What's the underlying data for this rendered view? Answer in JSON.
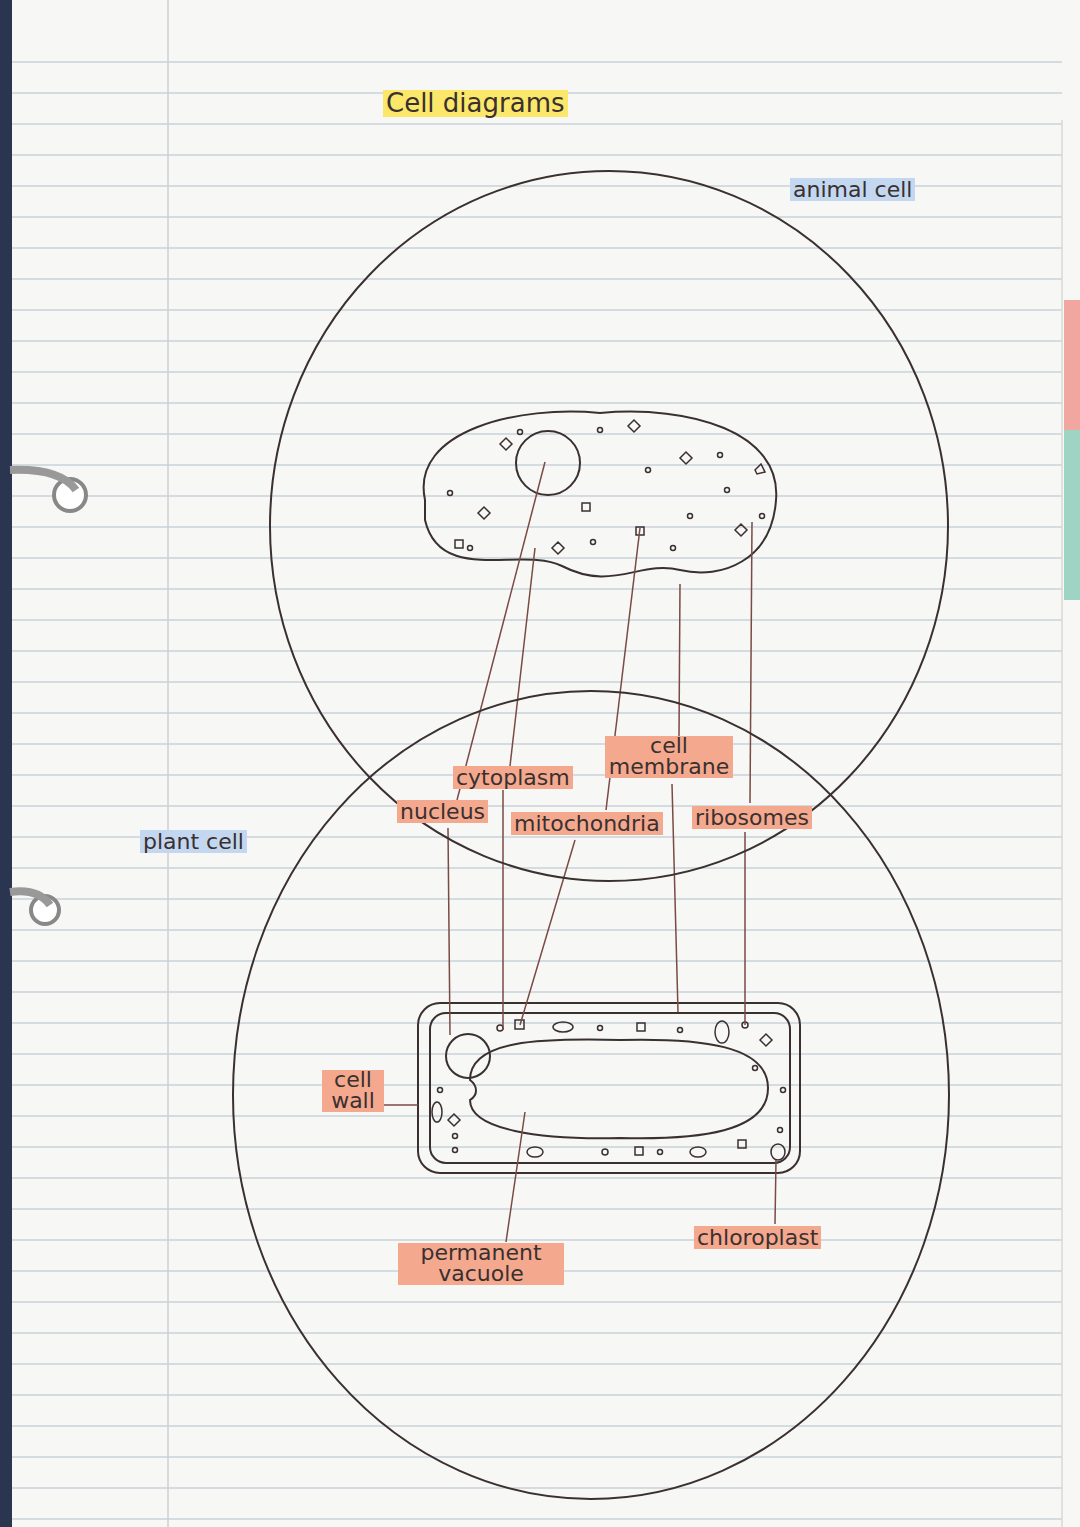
{
  "diagram": {
    "title": "Cell diagrams",
    "nodes": [
      {
        "text": [
          "animal cell"
        ]
      },
      {
        "text": [
          "plant cell"
        ]
      }
    ],
    "labels": [
      "cytoplasm",
      "cell membrane",
      "nucleus",
      "mitochondria",
      "ribosomes",
      "cell wall",
      "permanent vacuole",
      "chloroplast"
    ]
  }
}
